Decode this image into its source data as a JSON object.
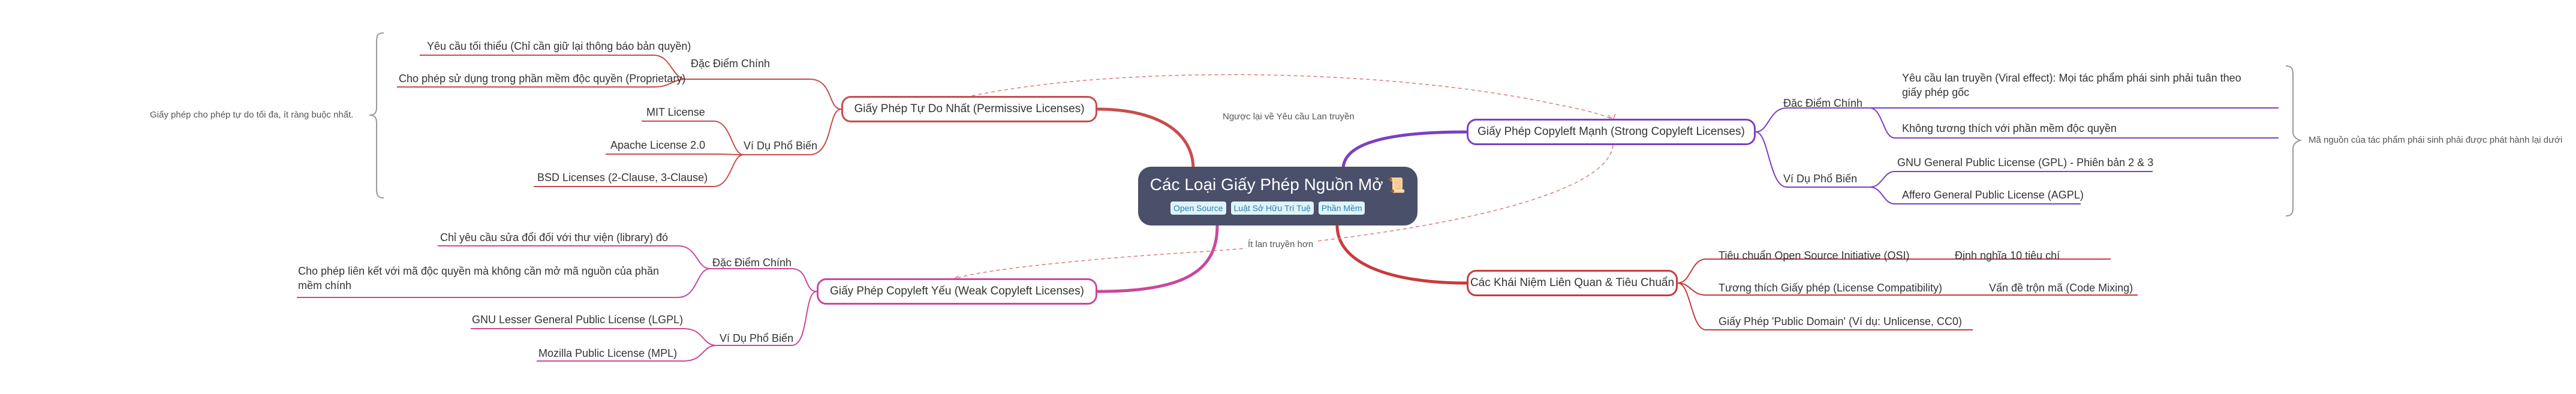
{
  "root": {
    "title": "Các Loại Giấy Phép Nguồn Mở",
    "icon": "scroll-icon",
    "tags": [
      "Open Source",
      "Luật Sở Hữu Trí Tuệ",
      "Phần Mềm"
    ]
  },
  "branches": {
    "permissive": {
      "label": "Giấy Phép Tự Do Nhất (Permissive Licenses)",
      "color": "#c94c4c",
      "features_label": "Đặc Điểm Chính",
      "features": [
        "Yêu cầu tối thiểu (Chỉ cần giữ lại thông báo bản quyền)",
        "Cho phép sử dụng trong phần mềm độc quyền (Proprietary)"
      ],
      "examples_label": "Ví Dụ Phổ Biến",
      "examples": [
        "MIT License",
        "Apache License 2.0",
        "BSD Licenses (2-Clause, 3-Clause)"
      ],
      "summary": "Giấy phép cho phép tự do tối đa, ít ràng buộc nhất."
    },
    "weak": {
      "label": "Giấy Phép Copyleft Yếu (Weak Copyleft Licenses)",
      "color": "#c9489c",
      "features_label": "Đặc Điểm Chính",
      "features": [
        "Chỉ yêu cầu sửa đổi đối với thư viện (library) đó",
        "Cho phép liên kết với mã độc quyền mà không cần mở mã nguồn của phần mềm chính"
      ],
      "examples_label": "Ví Dụ Phổ Biến",
      "examples": [
        "GNU Lesser General Public License (LGPL)",
        "Mozilla Public License (MPL)"
      ]
    },
    "strong": {
      "label": "Giấy Phép Copyleft Mạnh (Strong Copyleft Licenses)",
      "color": "#7b3fc4",
      "features_label": "Đặc Điểm Chính",
      "features": [
        "Yêu cầu lan truyền (Viral effect): Mọi tác phẩm phái sinh phải tuân theo giấy phép gốc",
        "Không tương thích với phần mềm độc quyền"
      ],
      "examples_label": "Ví Dụ Phổ Biến",
      "examples": [
        "GNU General Public License (GPL) - Phiên bản 2 & 3",
        "Affero General Public License (AGPL)"
      ],
      "summary": "Mã nguồn của tác phẩm phái sinh phải được phát hành lại dưới"
    },
    "concepts": {
      "label": "Các Khái Niệm Liên Quan & Tiêu Chuẩn",
      "color": "#c93a3a",
      "items": [
        "Tiêu chuẩn Open Source Initiative (OSI)",
        "Tương thích Giấy phép (License Compatibility)",
        "Giấy Phép 'Public Domain' (Ví dụ: Unlicense, CC0)"
      ],
      "sub_items": [
        "Định nghĩa 10 tiêu chí",
        "Vấn đề trộn mã (Code Mixing)"
      ]
    }
  },
  "relations": {
    "opposite": "Ngược lại về Yêu cầu Lan truyền",
    "less_viral": "Ít lan truyền hơn"
  }
}
